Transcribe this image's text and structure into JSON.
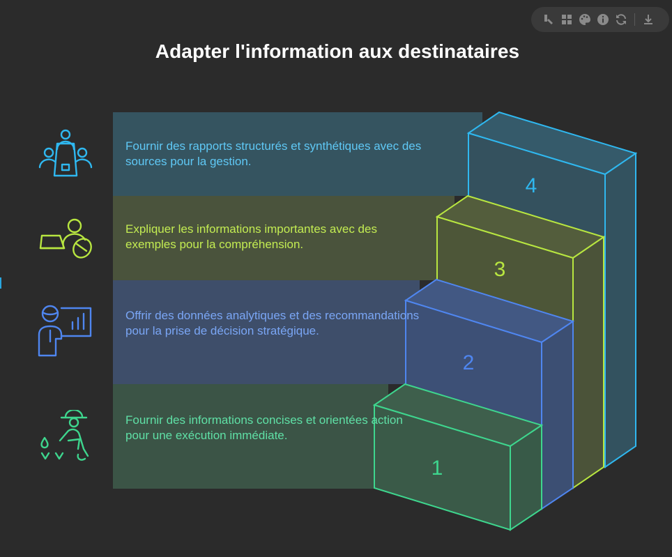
{
  "title": "Adapter l'information aux destinataires",
  "toolbar": {
    "buttons": [
      {
        "name": "edit-icon"
      },
      {
        "name": "layout-icon"
      },
      {
        "name": "palette-icon"
      },
      {
        "name": "info-icon"
      },
      {
        "name": "refresh-icon"
      },
      {
        "name": "download-icon"
      }
    ]
  },
  "levels": [
    {
      "number": "4",
      "text": "Fournir des rapports structurés et synthétiques avec des sources pour la gestion.",
      "icon": "meeting-people-icon",
      "color": "#2fb8f0",
      "band": "#355460"
    },
    {
      "number": "3",
      "text": "Expliquer les informations importantes avec des exemples pour la compréhension.",
      "icon": "person-laptop-icon",
      "color": "#b8e640",
      "band": "#4a533c"
    },
    {
      "number": "2",
      "text": "Offrir des données analytiques et des recommandations pour la prise de décision stratégique.",
      "icon": "presenter-chart-icon",
      "color": "#4f86f0",
      "band": "#3e4e6a"
    },
    {
      "number": "1",
      "text": "Fournir des informations concises et orientées action pour une exécution immédiate.",
      "icon": "worker-gardening-icon",
      "color": "#3ed68e",
      "band": "#3b5446"
    }
  ]
}
